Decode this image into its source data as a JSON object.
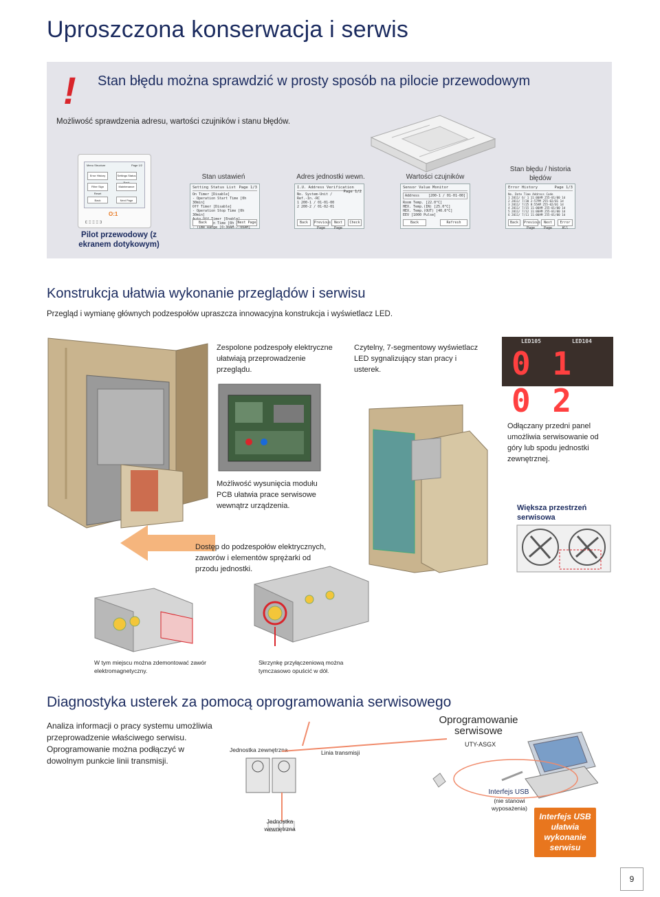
{
  "title": "Uproszczona konserwacja i serwis",
  "section1": {
    "heading": "Stan błędu można sprawdzić w prosty sposób na pilocie przewodowym",
    "subtitle": "Możliwość sprawdzenia adresu, wartości czujników i stanu błędów.",
    "remote_caption": "Pilot przewodowy (z ekranem dotykowym)",
    "remote": {
      "buttons": [
        "Menu Structure",
        "Page 1/2",
        "Error History",
        "Settings Status Back",
        "Filter Sign Reset",
        "Maintenance",
        "Back",
        "Next Page"
      ],
      "logo": "O:1"
    },
    "screens": [
      {
        "caption": "Stan ustawień",
        "title": "Setting Status List",
        "page": "Page 1/3",
        "rows": [
          "On Timer [Disable]",
          "- Operation Start Time [0h 30min]",
          "Off Timer [Disable]",
          "- Operation Stop Time [0h 30min]",
          "Auto Off Timer [Enable]",
          "- Operation Time [0h 30min]",
          "- Time Range [0:30AM-7:00AM]"
        ],
        "buttons": [
          "Back",
          "Next Page"
        ]
      },
      {
        "caption": "Adres jednostki wewn.",
        "title": "I.U. Address Verification",
        "page": "Page 1/2",
        "rows": [
          "No. System-Unit / Ref.-In.-RC",
          "1 200-1 / 01-01-00",
          "2 200-2 / 01-02-01"
        ],
        "buttons": [
          "Back",
          "Previous Page",
          "Next Page",
          "Check"
        ]
      },
      {
        "caption": "Wartości czujników",
        "title": "Sensor Value Monitor",
        "page": "",
        "address_label": "Address",
        "address_value": "[200-1 / 01-01-00]",
        "rows": [
          "Room Temp. [22.0°C]",
          "HEX. Temp.(IN) [25.0°C]",
          "HEX. Temp.(OUT) [40.0°C]",
          "EEV [1000 Pulse]"
        ],
        "buttons": [
          "Back",
          "Refresh"
        ]
      },
      {
        "caption": "Stan błędu / historia błędów",
        "title": "Error History",
        "page": "Page 1/3",
        "rows": [
          "No. Date Time Address Code",
          "1 2011/ 6/ 1 11:00AM 255-01/00 1d",
          "2 2011/ 7/30 2:57PM 255-02/01 1d",
          "3 2011/ 7/25 8:55AM 255-02/01 1d",
          "4 2011/ 7/15 11:00AM 255-01/00 1d",
          "5 2011/ 7/12 11:00AM 255-01/00 1d",
          "6 2011/ 7/11 11:00AM 255-01/00 1d"
        ],
        "buttons": [
          "Back",
          "Previous Page",
          "Next Page",
          "Error All"
        ]
      }
    ]
  },
  "section2": {
    "heading": "Konstrukcja ułatwia wykonanie przeglądów i serwisu",
    "subtitle": "Przegląd i wymianę głównych podzespołów upraszcza innowacyjna konstrukcja i wyświetlacz LED.",
    "notes": {
      "electrical": "Zespolone podzespoły elektryczne ułatwiają przeprowadzenie przeglądu.",
      "led_display": "Czytelny, 7-segmentowy wyświetlacz LED sygnalizujący stan pracy i usterek.",
      "front_panel": "Odłączany przedni panel umożliwia serwisowanie od góry lub spodu jednostki zewnętrznej.",
      "pcb": "Możliwość wysunięcia modułu PCB ułatwia prace serwisowe wewnątrz urządzenia.",
      "service_space": "Większa przestrzeń serwisowa",
      "access": "Dostęp do podzespołów elektrycznych, zaworów i elementów sprężarki od przodu jednostki.",
      "valve": "W tym miejscu można zdemontować zawór elektromagnetyczny.",
      "box": "Skrzynkę przyłączeniową można tymczasowo opuścić w dół."
    },
    "led": {
      "label_1": "LED105",
      "label_2": "LED104",
      "digits": "0 1 0 2"
    }
  },
  "section3": {
    "heading": "Diagnostyka usterek za pomocą oprogramowania serwisowego",
    "text": "Analiza informacji o pracy systemu umożliwia przeprowadzenie właściwego serwisu. Oprogramowanie można podłączyć w dowolnym punkcie linii transmisji.",
    "labels": {
      "outdoor": "Jednostka zewnętrzna",
      "line": "Linia transmisji",
      "software": "Oprogramowanie serwisowe",
      "software_model": "UTY-ASGX",
      "usb": "Interfejs USB",
      "usb_note": "(nie stanowi wyposażenia)",
      "indoor": "Jednostka wewnętrzna"
    },
    "usb_box": "Interfejs USB ułatwia wykonanie serwisu"
  },
  "page_number": "9",
  "colors": {
    "heading": "#1a2a5e",
    "panel": "#e4e4ea",
    "alert": "#d9252b",
    "accent": "#e8761e"
  }
}
